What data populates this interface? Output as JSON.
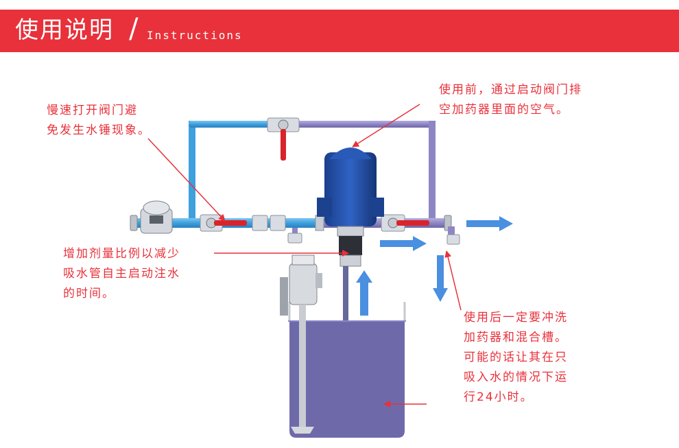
{
  "header": {
    "title": "使用说明",
    "slash": "/",
    "subtitle": "Instructions"
  },
  "notes": [
    {
      "id": "open-valve-slowly",
      "text": "慢速打开阀门避\n免发生水锤现象。"
    },
    {
      "id": "vent-air-before-use",
      "text": "使用前，通过启动阀门排\n空加药器里面的空气。"
    },
    {
      "id": "increase-dosage",
      "text": "增加剂量比例以减少\n吸水管自主启动注水\n的时间。"
    },
    {
      "id": "flush-after-use",
      "text": "使用后一定要冲洗\n加药器和混合槽。\n可能的话让其在只\n吸入水的情况下运\n行24小时。"
    }
  ],
  "colors": {
    "header_bg": "#e8313a",
    "note_text": "#e8313a",
    "pipe_blue": "#3ea0dd",
    "pipe_purple": "#8e86c4",
    "tank_liquid": "#6e6aaa",
    "pump_blue": "#1f4fa6",
    "flow_arrow": "#4a8fe0",
    "valve_red": "#d9242a"
  }
}
